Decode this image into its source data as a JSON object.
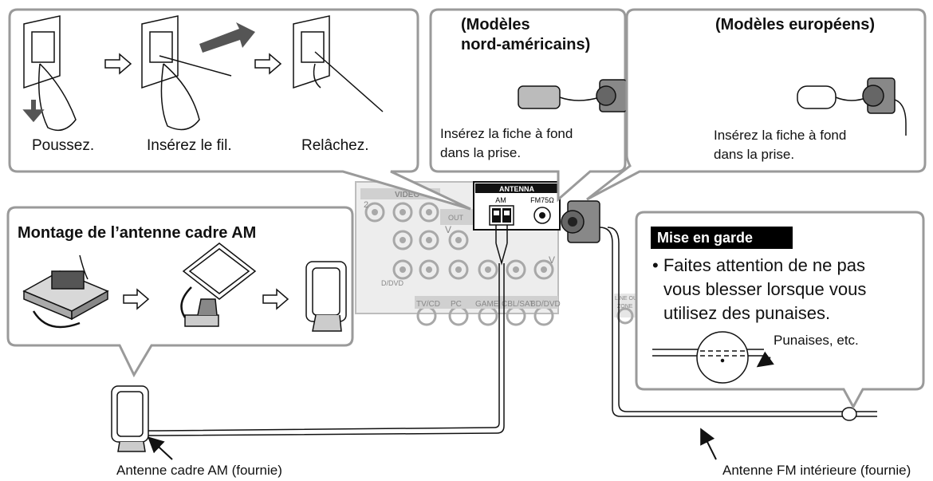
{
  "steps": {
    "push": "Poussez.",
    "insert": "Insérez le fil.",
    "release": "Relâchez."
  },
  "north_america": {
    "title_line1": "(Modèles",
    "title_line2": "nord-américains)",
    "instruction_line1": "Insérez la fiche à fond",
    "instruction_line2": "dans la prise."
  },
  "europe": {
    "title": "(Modèles européens)",
    "instruction_line1": "Insérez la fiche à fond",
    "instruction_line2": "dans la prise."
  },
  "am_assembly": {
    "title": "Montage de l’antenne cadre AM"
  },
  "caution": {
    "title": "Mise en garde",
    "text_line1": "• Faites attention de ne pas",
    "text_line2": "vous blesser lorsque vous",
    "text_line3": "utilisez des punaises.",
    "pins_label": "Punaises, etc."
  },
  "receiver_panel": {
    "antenna_label": "ANTENNA",
    "am_label": "AM",
    "fm_label": "FM75Ω",
    "video_label": "VIDEO",
    "out_label": "OUT",
    "v_label": "V",
    "jack_labels": [
      "TV/CD",
      "PC",
      "GAME",
      "CBL/SAT",
      "BD/DVD"
    ],
    "line_out_label": "LINE OUT",
    "zone_label": "ZONE",
    "misc_labels": [
      "2",
      "D/DVD"
    ]
  },
  "captions": {
    "am_antenna": "Antenne cadre AM (fournie)",
    "fm_antenna": "Antenne FM intérieure (fournie)"
  }
}
